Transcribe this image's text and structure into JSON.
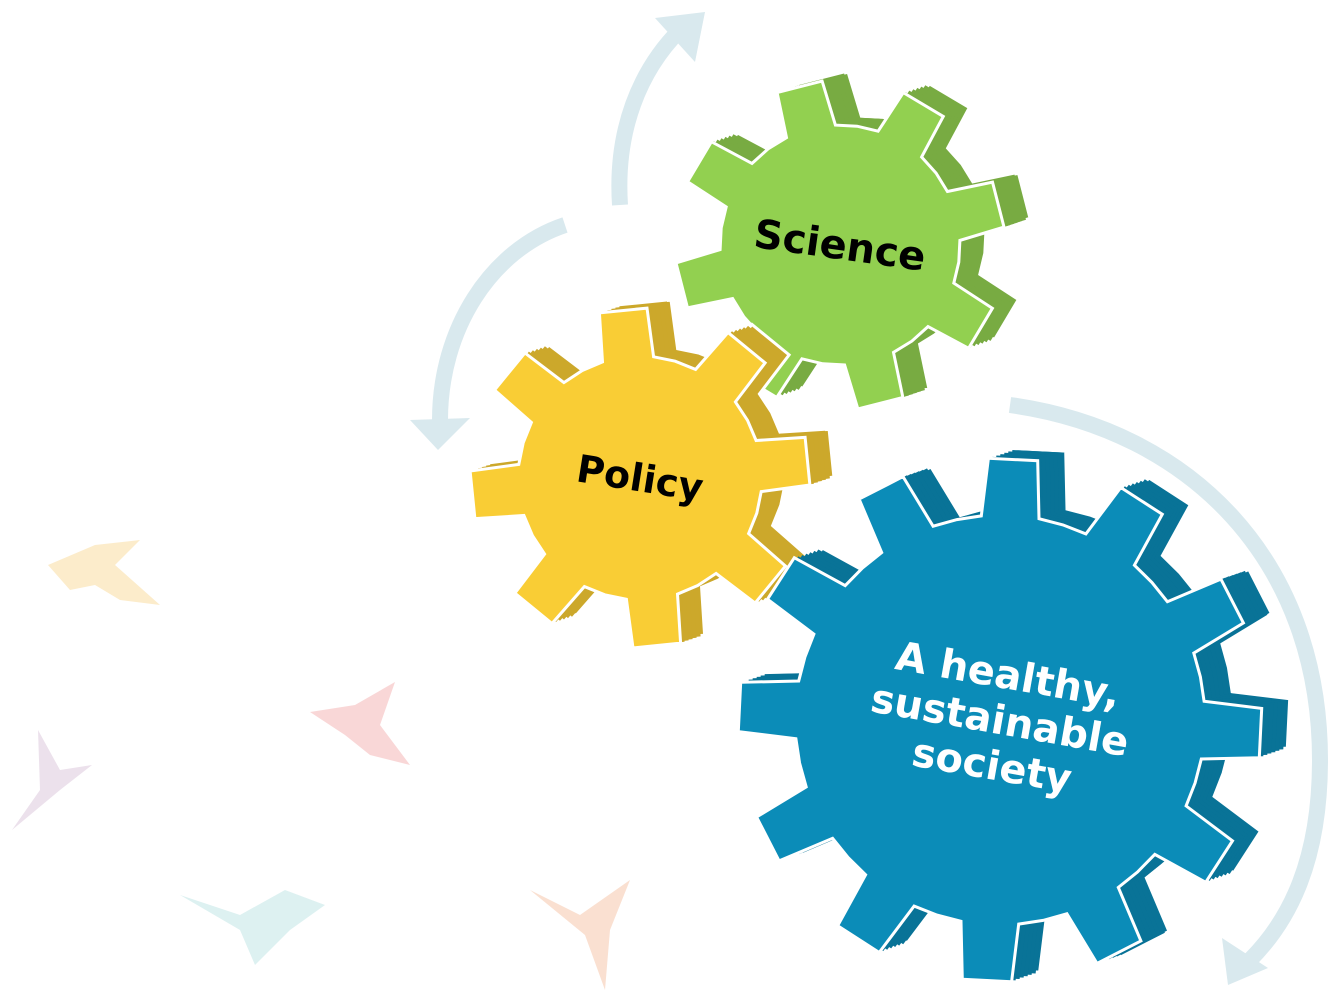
{
  "colors": {
    "science": "#92D050",
    "policy": "#F9CD35",
    "society": "#0B8CB8",
    "arrow": "#D9E9EE",
    "label_dark": "#000000",
    "label_light": "#FFFFFF"
  },
  "gears": [
    {
      "id": "science",
      "label_lines": [
        "Science"
      ],
      "color": "#92D050",
      "text_color": "#000000"
    },
    {
      "id": "policy",
      "label_lines": [
        "Policy"
      ],
      "color": "#F9CD35",
      "text_color": "#000000"
    },
    {
      "id": "society",
      "label_lines": [
        "A healthy,",
        "sustainable",
        "society"
      ],
      "color": "#0B8CB8",
      "text_color": "#FFFFFF"
    }
  ],
  "decorations": {
    "bird_icons": [
      "origami-bird-icon-yellow",
      "origami-bird-icon-red",
      "origami-bird-icon-purple",
      "origami-bird-icon-teal",
      "origami-bird-icon-orange"
    ],
    "bird_colors": [
      "#F6C96A",
      "#EE8D8D",
      "#C9A9C8",
      "#9ED7D7",
      "#F2A67A"
    ]
  }
}
